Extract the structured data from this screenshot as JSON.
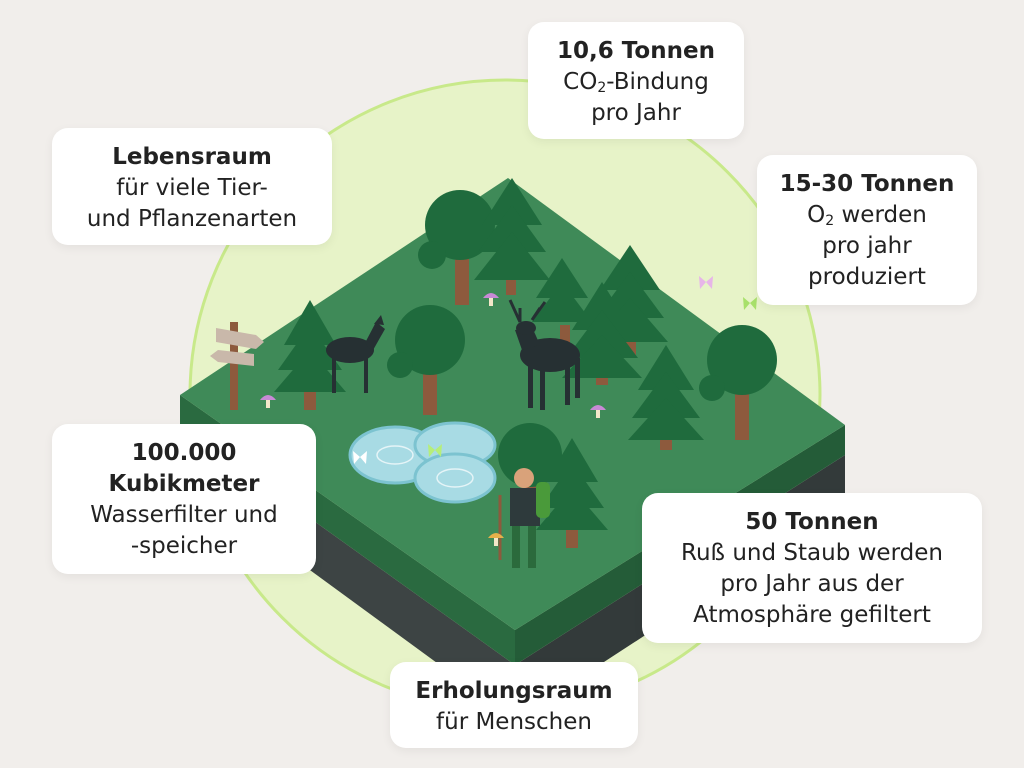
{
  "colors": {
    "background": "#f1eeeb",
    "glow": "#e7f3c8",
    "glow_ring": "#c8e98a",
    "ground_top": "#3f8a58",
    "ground_left": "#2a6a40",
    "ground_right": "#245c38",
    "soil": "#3d4444",
    "tree": "#1f6b3d",
    "trunk": "#8d5a3d",
    "water": "#a8dbe4",
    "silhouette": "#263033"
  },
  "cards": {
    "co2": {
      "title": "10,6 Tonnen",
      "line1_pre": "CO",
      "line1_sub": "2",
      "line1_post": "-Bindung",
      "line2": "pro Jahr"
    },
    "habitat": {
      "title": "Lebensraum",
      "line1": "für viele Tier-",
      "line2": "und Pflanzenarten"
    },
    "oxygen": {
      "title": "15-30 Tonnen",
      "line1_pre": "O",
      "line1_sub": "2",
      "line1_post": " werden",
      "line2": "pro jahr",
      "line3": "produziert"
    },
    "water": {
      "title_line1": "100.000",
      "title_line2": "Kubikmeter",
      "line1": "Wasserfilter und",
      "line2": "-speicher"
    },
    "dust": {
      "title": "50 Tonnen",
      "line1": "Ruß und Staub werden",
      "line2": "pro Jahr aus der",
      "line3": "Atmosphäre gefiltert"
    },
    "recreation": {
      "title": "Erholungsraum",
      "line1": "für Menschen"
    }
  },
  "icons": [
    "signpost-icon",
    "deer-icon",
    "stag-icon",
    "hiker-icon",
    "mushroom-icon",
    "butterfly-icon",
    "pond-icon"
  ]
}
